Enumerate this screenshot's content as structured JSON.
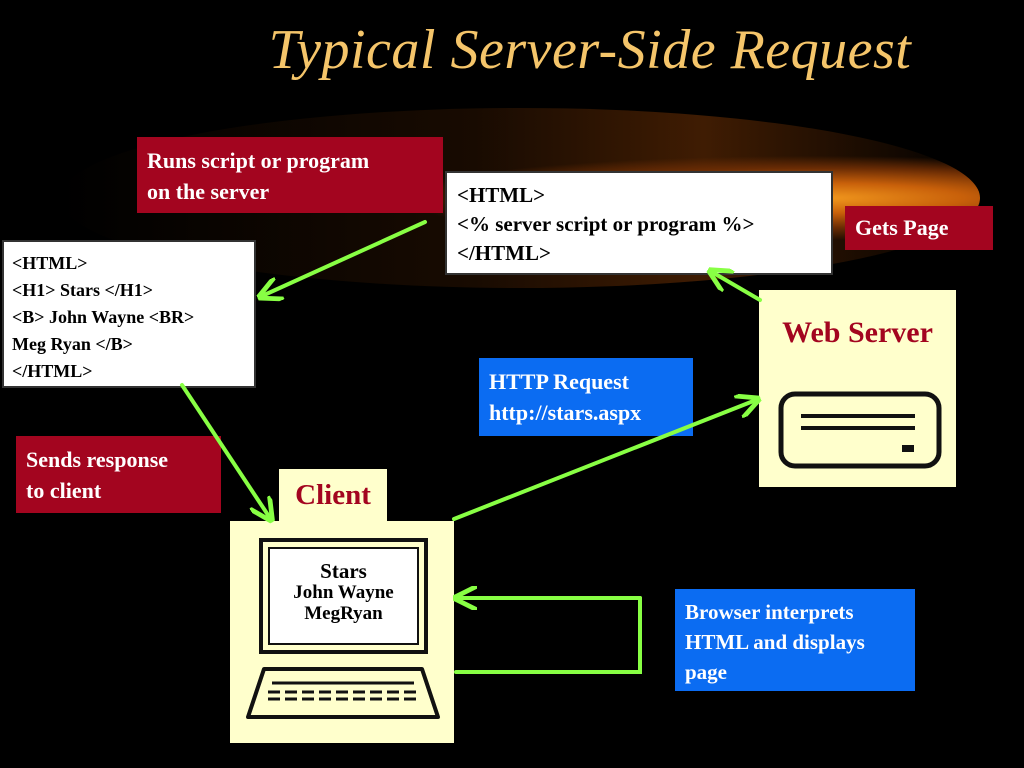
{
  "title": "Typical Server-Side Request",
  "runs_script_box": {
    "lines": [
      "Runs script or program",
      "on the server"
    ]
  },
  "server_script_box": {
    "lines": [
      "<HTML>",
      "<% server script or program %>",
      "</HTML>"
    ]
  },
  "gets_page_box": {
    "label": "Gets Page"
  },
  "response_html_box": {
    "lines": [
      "<HTML>",
      "<H1> Stars </H1>",
      "<B> John Wayne <BR>",
      "Meg Ryan </B>",
      "</HTML>"
    ]
  },
  "web_server": {
    "label": "Web Server",
    "icon": "server-icon"
  },
  "http_request_box": {
    "lines": [
      "HTTP Request",
      "http://stars.aspx"
    ]
  },
  "sends_response_box": {
    "lines": [
      "Sends response",
      "to client"
    ]
  },
  "client": {
    "label": "Client",
    "icon": "computer-icon",
    "screen_lines": [
      "Stars",
      "John Wayne",
      "MegRyan"
    ]
  },
  "browser_box": {
    "lines": [
      "Browser interprets",
      "HTML and displays",
      "page"
    ]
  },
  "colors": {
    "red": "#a3051f",
    "blue": "#0b6cf2",
    "cream": "#ffffcc",
    "arrow": "#88ff44",
    "title": "#f5c56a"
  }
}
